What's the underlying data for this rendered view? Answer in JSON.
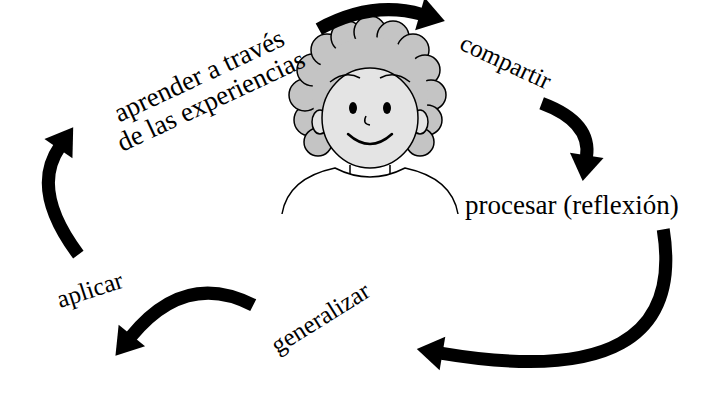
{
  "diagram": {
    "nodes": [
      {
        "text": [
          "aprender a través de las experiencias"
        ]
      },
      {
        "text": [
          "compartir"
        ]
      },
      {
        "text": [
          "procesar (reflexión)"
        ]
      },
      {
        "text": [
          "generalizar"
        ]
      },
      {
        "text": [
          "aplicar"
        ]
      }
    ],
    "edges": [
      {
        "from": 0,
        "to": 1,
        "arrow": "to"
      },
      {
        "from": 1,
        "to": 2,
        "arrow": "to"
      },
      {
        "from": 2,
        "to": 3,
        "arrow": "to"
      },
      {
        "from": 3,
        "to": 4,
        "arrow": "to"
      },
      {
        "from": 4,
        "to": 0,
        "arrow": "to"
      }
    ]
  }
}
